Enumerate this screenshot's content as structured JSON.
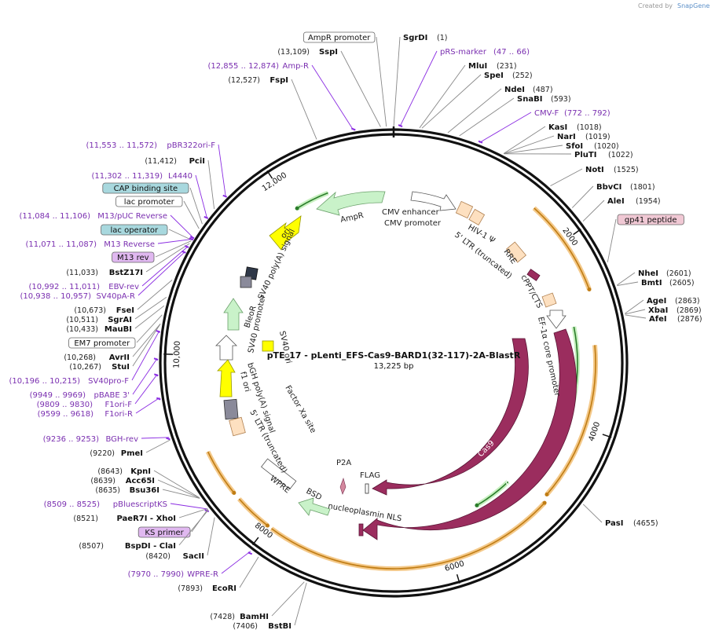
{
  "credit": {
    "created_by": "Created by",
    "brand": "SnapGene"
  },
  "plasmid": {
    "name": "pTE_17 - pLenti_EFS-Cas9-BARD1(32-117)-2A-BlastR",
    "length_label": "13,225 bp",
    "length": 13225
  },
  "ticks": [
    {
      "bp": 2000,
      "label": "2000"
    },
    {
      "bp": 4000,
      "label": "4000"
    },
    {
      "bp": 6000,
      "label": "6000"
    },
    {
      "bp": 8000,
      "label": "8000"
    },
    {
      "bp": 10000,
      "label": "10,000"
    },
    {
      "bp": 12000,
      "label": "12,000"
    }
  ],
  "right_labels": [
    {
      "enzyme": "SgrDI",
      "pos": "(1)",
      "bp": 1,
      "kind": "enzyme"
    },
    {
      "enzyme": "pRS-marker",
      "pos": "(47 .. 66)",
      "bp": 56,
      "kind": "primer"
    },
    {
      "enzyme": "MluI",
      "pos": "(231)",
      "bp": 231,
      "kind": "enzyme"
    },
    {
      "enzyme": "SpeI",
      "pos": "(252)",
      "bp": 252,
      "kind": "enzyme"
    },
    {
      "enzyme": "NdeI",
      "pos": "(487)",
      "bp": 487,
      "kind": "enzyme"
    },
    {
      "enzyme": "SnaBI",
      "pos": "(593)",
      "bp": 593,
      "kind": "enzyme"
    },
    {
      "enzyme": "CMV-F",
      "pos": "(772 .. 792)",
      "bp": 782,
      "kind": "primer"
    },
    {
      "enzyme": "KasI",
      "pos": "(1018)",
      "bp": 1018,
      "kind": "enzyme"
    },
    {
      "enzyme": "NarI",
      "pos": "(1019)",
      "bp": 1019,
      "kind": "enzyme"
    },
    {
      "enzyme": "SfoI",
      "pos": "(1020)",
      "bp": 1020,
      "kind": "enzyme"
    },
    {
      "enzyme": "PluTI",
      "pos": "(1022)",
      "bp": 1022,
      "kind": "enzyme"
    },
    {
      "enzyme": "NotI",
      "pos": "(1525)",
      "bp": 1525,
      "kind": "enzyme"
    },
    {
      "enzyme": "BbvCI",
      "pos": "(1801)",
      "bp": 1801,
      "kind": "enzyme"
    },
    {
      "enzyme": "AleI",
      "pos": "(1954)",
      "bp": 1954,
      "kind": "enzyme"
    },
    {
      "enzyme": "gp41 peptide",
      "pos": "",
      "bp": 2380,
      "kind": "featurebox"
    },
    {
      "enzyme": "NheI",
      "pos": "(2601)",
      "bp": 2601,
      "kind": "enzyme"
    },
    {
      "enzyme": "BmtI",
      "pos": "(2605)",
      "bp": 2605,
      "kind": "enzyme"
    },
    {
      "enzyme": "AgeI",
      "pos": "(2863)",
      "bp": 2863,
      "kind": "enzyme"
    },
    {
      "enzyme": "XbaI",
      "pos": "(2869)",
      "bp": 2869,
      "kind": "enzyme"
    },
    {
      "enzyme": "AfeI",
      "pos": "(2876)",
      "bp": 2876,
      "kind": "enzyme"
    },
    {
      "enzyme": "PasI",
      "pos": "(4655)",
      "bp": 4655,
      "kind": "enzyme"
    }
  ],
  "left_labels": [
    {
      "enzyme": "AmpR promoter",
      "pos": "",
      "bp": 13160,
      "kind": "box"
    },
    {
      "enzyme": "SspI",
      "pos": "(13,109)",
      "bp": 13109,
      "kind": "enzyme"
    },
    {
      "enzyme": "Amp-R",
      "pos": "(12,855 .. 12,874)",
      "bp": 12864,
      "kind": "primer"
    },
    {
      "enzyme": "FspI",
      "pos": "(12,527)",
      "bp": 12527,
      "kind": "enzyme"
    },
    {
      "enzyme": "pBR322ori-F",
      "pos": "(11,553 .. 11,572)",
      "bp": 11562,
      "kind": "primer"
    },
    {
      "enzyme": "PciI",
      "pos": "(11,412)",
      "bp": 11412,
      "kind": "enzyme"
    },
    {
      "enzyme": "L4440",
      "pos": "(11,302 .. 11,319)",
      "bp": 11310,
      "kind": "primer"
    },
    {
      "enzyme": "CAP binding site",
      "pos": "",
      "bp": 11240,
      "kind": "teal"
    },
    {
      "enzyme": "lac promoter",
      "pos": "",
      "bp": 11190,
      "kind": "box"
    },
    {
      "enzyme": "M13/pUC Reverse",
      "pos": "(11,084 .. 11,106)",
      "bp": 11095,
      "kind": "primer"
    },
    {
      "enzyme": "lac operator",
      "pos": "",
      "bp": 11070,
      "kind": "teal"
    },
    {
      "enzyme": "M13 Reverse",
      "pos": "(11,071 .. 11,087)",
      "bp": 11079,
      "kind": "primer"
    },
    {
      "enzyme": "M13 rev",
      "pos": "",
      "bp": 11060,
      "kind": "violet"
    },
    {
      "enzyme": "BstZ17I",
      "pos": "(11,033)",
      "bp": 11033,
      "kind": "enzyme"
    },
    {
      "enzyme": "EBV-rev",
      "pos": "(10,992 .. 11,011)",
      "bp": 11001,
      "kind": "primer"
    },
    {
      "enzyme": "SV40pA-R",
      "pos": "(10,938 .. 10,957)",
      "bp": 10947,
      "kind": "primer"
    },
    {
      "enzyme": "FseI",
      "pos": "(10,673)",
      "bp": 10673,
      "kind": "enzyme"
    },
    {
      "enzyme": "SgrAI",
      "pos": "(10,511)",
      "bp": 10511,
      "kind": "enzyme"
    },
    {
      "enzyme": "MauBI",
      "pos": "(10,433)",
      "bp": 10433,
      "kind": "enzyme"
    },
    {
      "enzyme": "EM7 promoter",
      "pos": "",
      "bp": 10350,
      "kind": "box"
    },
    {
      "enzyme": "AvrII",
      "pos": "(10,268)",
      "bp": 10268,
      "kind": "enzyme"
    },
    {
      "enzyme": "StuI",
      "pos": "(10,267)",
      "bp": 10267,
      "kind": "enzyme"
    },
    {
      "enzyme": "SV40pro-F",
      "pos": "(10,196 .. 10,215)",
      "bp": 10205,
      "kind": "primer"
    },
    {
      "enzyme": "pBABE 3'",
      "pos": "(9949 .. 9969)",
      "bp": 9959,
      "kind": "primer"
    },
    {
      "enzyme": "F1ori-F",
      "pos": "(9809 .. 9830)",
      "bp": 9819,
      "kind": "primer"
    },
    {
      "enzyme": "F1ori-R",
      "pos": "(9599 .. 9618)",
      "bp": 9608,
      "kind": "primer"
    },
    {
      "enzyme": "BGH-rev",
      "pos": "(9236 .. 9253)",
      "bp": 9244,
      "kind": "primer"
    },
    {
      "enzyme": "PmeI",
      "pos": "(9220)",
      "bp": 9220,
      "kind": "enzyme"
    },
    {
      "enzyme": "KpnI",
      "pos": "(8643)",
      "bp": 8643,
      "kind": "enzyme"
    },
    {
      "enzyme": "Acc65I",
      "pos": "(8639)",
      "bp": 8639,
      "kind": "enzyme"
    },
    {
      "enzyme": "Bsu36I",
      "pos": "(8635)",
      "bp": 8635,
      "kind": "enzyme"
    },
    {
      "enzyme": "pBluescriptKS",
      "pos": "(8509 .. 8525)",
      "bp": 8517,
      "kind": "primer"
    },
    {
      "enzyme": "PaeR7I - XhoI",
      "pos": "(8521)",
      "bp": 8521,
      "kind": "enzyme"
    },
    {
      "enzyme": "KS primer",
      "pos": "",
      "bp": 8515,
      "kind": "violet"
    },
    {
      "enzyme": "BspDI - ClaI",
      "pos": "(8507)",
      "bp": 8507,
      "kind": "enzyme"
    },
    {
      "enzyme": "SacII",
      "pos": "(8420)",
      "bp": 8420,
      "kind": "enzyme"
    },
    {
      "enzyme": "WPRE-R",
      "pos": "(7970 .. 7990)",
      "bp": 7980,
      "kind": "primer"
    },
    {
      "enzyme": "EcoRI",
      "pos": "(7893)",
      "bp": 7893,
      "kind": "enzyme"
    },
    {
      "enzyme": "BamHI",
      "pos": "(7428)",
      "bp": 7428,
      "kind": "enzyme"
    },
    {
      "enzyme": "BstBI",
      "pos": "(7406)",
      "bp": 7406,
      "kind": "enzyme"
    }
  ],
  "orange_arcs": [
    {
      "start": 1550,
      "end": 2550
    },
    {
      "start": 3120,
      "end": 4800
    },
    {
      "start": 8980,
      "end": 8480
    },
    {
      "start": 8400,
      "end": 8000
    },
    {
      "start": 7950,
      "end": 4880
    }
  ],
  "green_arcs": [
    {
      "start": 12450,
      "end": 12050
    },
    {
      "start": 2890,
      "end": 4780
    },
    {
      "start": 5000,
      "end": 5500
    }
  ],
  "features": {
    "cas9_a": "Cas9",
    "cas9_b": "Cas9",
    "ampr": "AmpR",
    "ori": "ori",
    "cmv_enhancer": "CMV enhancer",
    "cmv_promoter": "CMV promoter",
    "hiv_psi": "HIV-1 Ψ",
    "ltr5": "5' LTR (truncated)",
    "rre": "RRE",
    "cppt": "cPPT/CTS",
    "ef1a": "EF-1α core promoter",
    "sv40_polya": "SV40 poly(A) signal",
    "bleor": "BleoR",
    "sv40_promoter": "SV40 promoter",
    "sv40_ori": "SV40 ori",
    "bgh": "bGH poly(A) signal",
    "f1_ori": "f1 ori",
    "ltr5b": "5' LTR (truncated)",
    "factor_xa": "Factor Xa site",
    "p2a": "P2A",
    "flag": "FLAG",
    "wpre": "WPRE",
    "bsd": "BSD",
    "nls": "nucleoplasmin NLS"
  }
}
